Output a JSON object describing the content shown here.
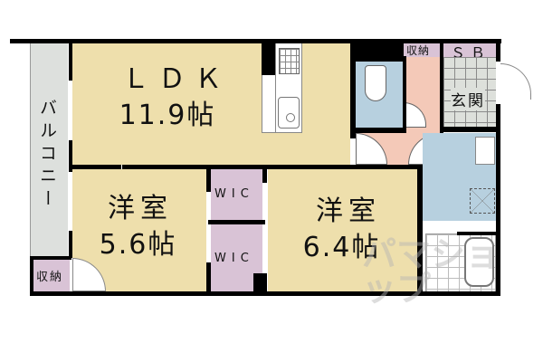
{
  "floor_plan": {
    "colors": {
      "living": "#eedfac",
      "storage": "#d9c3d6",
      "wet": "#b7d0df",
      "hall": "#f4c9b8",
      "balcony": "#dde0dd",
      "entrance_tile": "#dde0db",
      "wall": "#000000"
    },
    "rooms": {
      "ldk": {
        "name": "ＬＤＫ",
        "size": "11.9帖"
      },
      "western1": {
        "name": "洋室",
        "size": "5.6帖"
      },
      "western2": {
        "name": "洋室",
        "size": "6.4帖"
      },
      "balcony": {
        "name": "バルコニー"
      },
      "wic1": {
        "name": "WIC"
      },
      "wic2": {
        "name": "WIC"
      },
      "storage_left": {
        "name": "収納"
      },
      "storage_hall": {
        "name": "収納"
      },
      "shoe_box": {
        "name": "ＳＢ"
      },
      "entrance": {
        "name": "玄関"
      },
      "toilet": {
        "name": ""
      },
      "washroom": {
        "name": ""
      },
      "bath": {
        "name": ""
      }
    },
    "fixtures": [
      "gas-stove",
      "kitchen-sink",
      "toilet",
      "wash-basin",
      "washing-machine-space",
      "bathtub"
    ],
    "watermark": "パマショップ"
  }
}
